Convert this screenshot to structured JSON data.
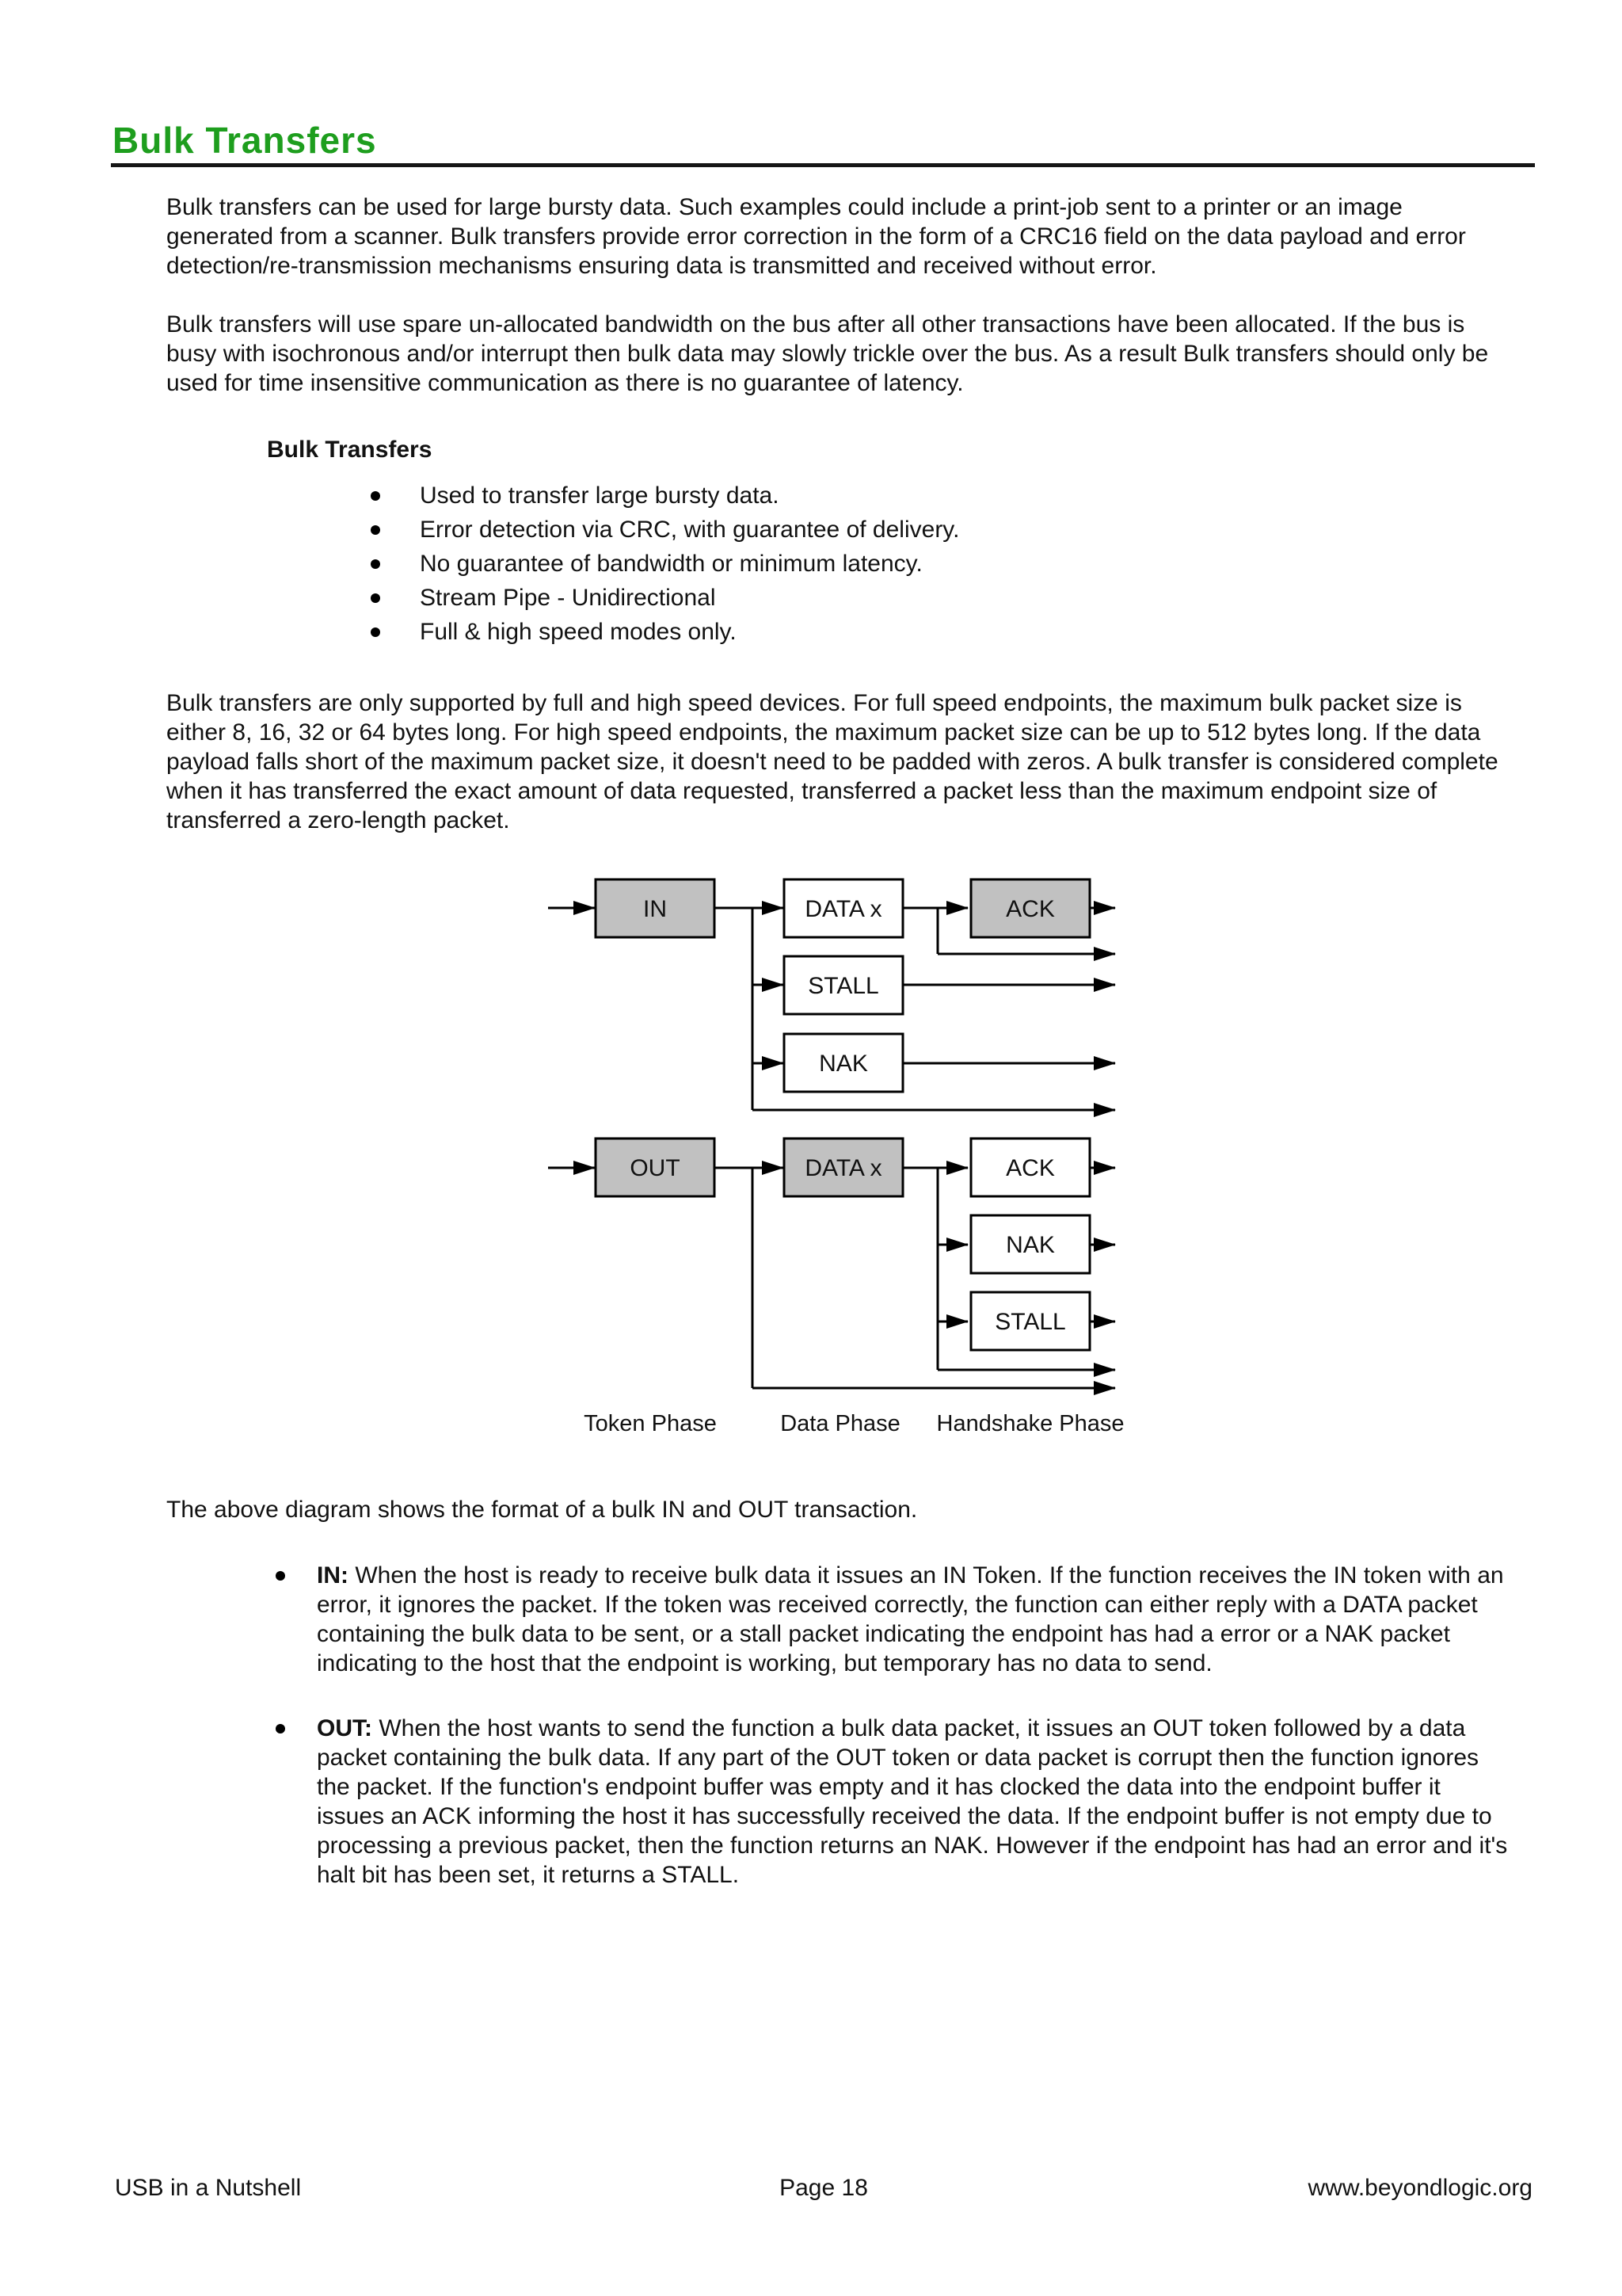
{
  "document": {
    "title": "Bulk Transfers",
    "body": {
      "p1": "Bulk transfers can be used for large bursty data. Such examples could include a print-job sent to a printer or an image generated from a scanner. Bulk transfers provide error correction in the form of a CRC16 field on the data payload and error detection/re-transmission mechanisms ensuring data is transmitted and received without error.",
      "p2": "Bulk transfers will use spare un-allocated bandwidth on the bus after all other transactions have been allocated. If the bus is busy with isochronous and/or interrupt then bulk data may slowly trickle over the bus. As a result Bulk transfers should only be used for time insensitive communication as there is no guarantee of latency.",
      "list_heading": "Bulk Transfers",
      "list_items": [
        "Used to transfer large bursty data.",
        "Error detection via CRC, with guarantee of delivery.",
        "No guarantee of bandwidth or minimum latency.",
        "Stream Pipe - Unidirectional",
        "Full & high speed modes only."
      ],
      "p3": "Bulk transfers are only supported by full and high speed devices. For full speed endpoints, the maximum bulk packet size is either 8, 16, 32 or 64 bytes long. For high speed endpoints, the maximum packet size can be up to 512 bytes long. If the data payload falls short of the maximum packet size, it doesn't need to be padded with zeros. A bulk transfer is considered complete when it has transferred the exact amount of data requested, transferred a packet less than the maximum endpoint size of transferred a zero-length packet.",
      "diagram_note": "The above diagram shows the format of a bulk IN and OUT transaction.",
      "in_item": {
        "label": "IN:",
        "text": "When the host is ready to receive bulk data it issues an IN Token. If the function receives the IN token with an error, it ignores the packet. If the token was received correctly, the function can either reply with a DATA packet containing the bulk data to be sent, or a stall packet indicating the endpoint has had a error or a NAK packet indicating to the host that the endpoint is working, but temporary has no data to send."
      },
      "out_item": {
        "label": "OUT:",
        "text": "When the host wants to send the function a bulk data packet, it issues an OUT token followed by a data packet containing the bulk data. If any part of the OUT token or data packet is corrupt then the function ignores the packet. If the function's endpoint buffer was empty and it has clocked the data into the endpoint buffer it issues an ACK informing the host it has successfully received the data. If the endpoint buffer is not empty due to processing a previous packet, then the function returns an NAK. However if the endpoint has had an error and it's halt bit has been set, it returns a STALL."
      }
    },
    "diagram": {
      "in_transaction": {
        "token": "IN",
        "data": "DATA x",
        "ack": "ACK",
        "stall": "STALL",
        "nak": "NAK"
      },
      "out_transaction": {
        "token": "OUT",
        "data": "DATA x",
        "ack": "ACK",
        "nak": "NAK",
        "stall": "STALL"
      },
      "phase_labels": {
        "token": "Token Phase",
        "data": "Data Phase",
        "handshake": "Handshake Phase"
      }
    },
    "footer": {
      "left": "USB in a Nutshell",
      "center": "Page 18",
      "right": "www.beyondlogic.org"
    },
    "colors": {
      "heading_green": "#1E9E1E",
      "shaded_box_fill": "#C1C1C1",
      "box_border": "#000000"
    }
  }
}
